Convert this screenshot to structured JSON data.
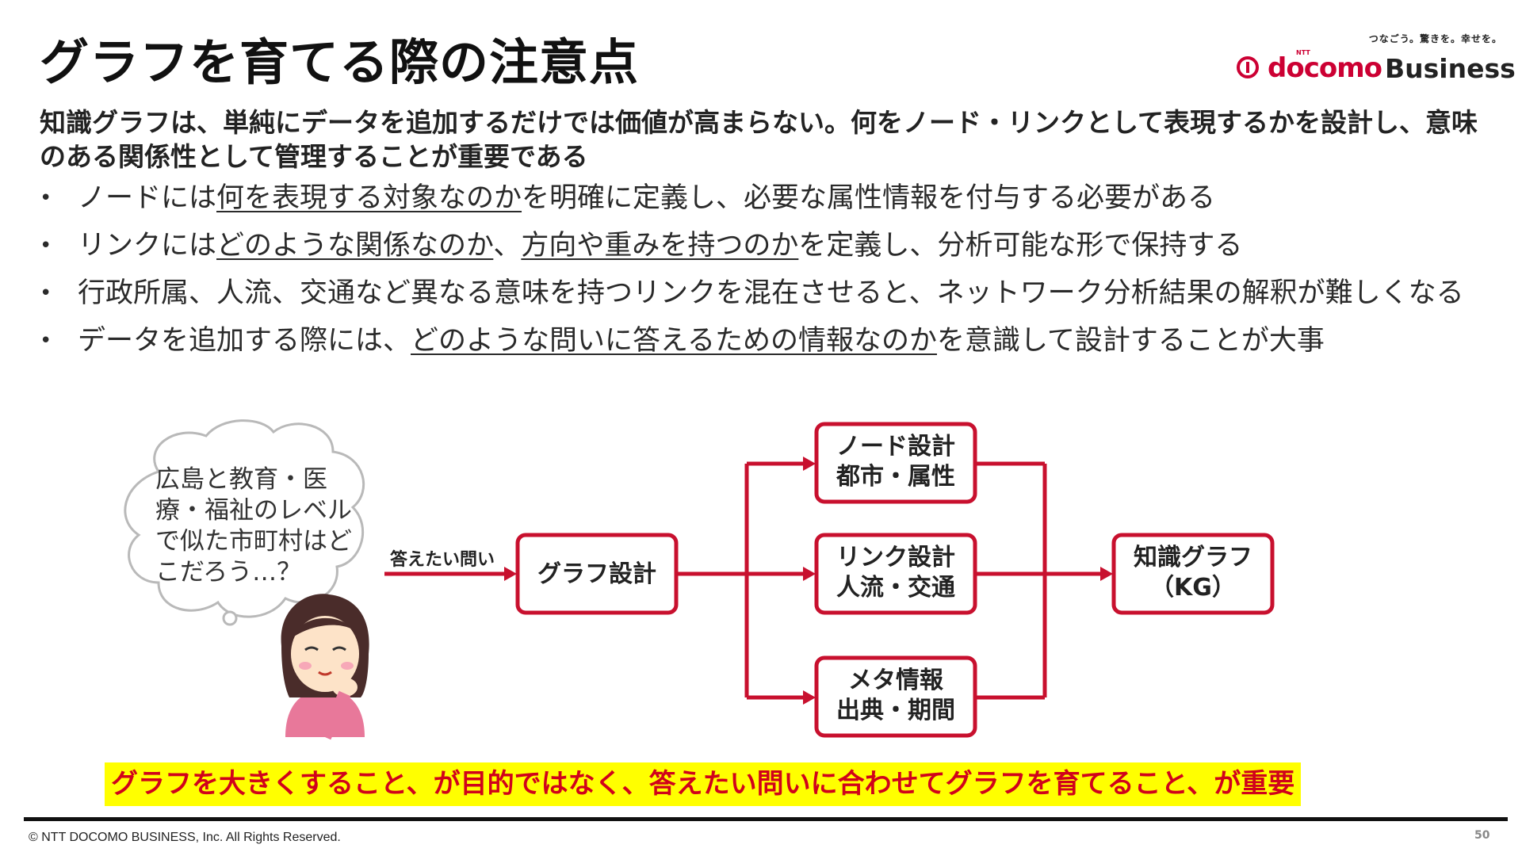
{
  "title": "グラフを育てる際の注意点",
  "brand": {
    "tagline": "つなごう。驚きを。幸せを。",
    "ntt": "NTT",
    "docomo": "docomo",
    "business": "Business",
    "accent_color": "#cc0033"
  },
  "summary": "知識グラフは、単純にデータを追加するだけでは価値が高まらない。何をノード・リンクとして表現するかを設計し、意味のある関係性として管理することが重要である",
  "bullets": [
    {
      "parts": [
        {
          "t": "ノードには"
        },
        {
          "t": "何を表現する対象なのか",
          "u": true
        },
        {
          "t": "を明確に定義し、必要な属性情報を付与する必要がある"
        }
      ]
    },
    {
      "parts": [
        {
          "t": "リンクには"
        },
        {
          "t": "どのような関係なのか",
          "u": true
        },
        {
          "t": "、"
        },
        {
          "t": "方向や重みを持つのか",
          "u": true
        },
        {
          "t": "を定義し、分析可能な形で保持する"
        }
      ]
    },
    {
      "parts": [
        {
          "t": "行政所属、人流、交通など異なる意味を持つリンクを混在させると、ネットワーク分析結果の解釈が難しくなる"
        }
      ]
    },
    {
      "parts": [
        {
          "t": "データを追加する際には、"
        },
        {
          "t": "どのような問いに答えるための情報なのか",
          "u": true
        },
        {
          "t": "を意識して設計することが大事"
        }
      ]
    }
  ],
  "bullet_marker": "•",
  "thought_bubble": "広島と教育・医療・福祉のレベルで似た市町村はどこだろう…？",
  "diagram": {
    "arrow_label": "答えたい問い",
    "graph_design": "グラフ設計",
    "node_design": {
      "line1": "ノード設計",
      "line2": "都市・属性"
    },
    "link_design": {
      "line1": "リンク設計",
      "line2": "人流・交通"
    },
    "meta_info": {
      "line1": "メタ情報",
      "line2": "出典・期間"
    },
    "knowledge_graph": {
      "line1": "知識グラフ",
      "line2": "（KG）"
    },
    "stroke_color": "#c8102e"
  },
  "highlight": "グラフを大きくすること、が目的ではなく、答えたい問いに合わせてグラフを育てること、が重要",
  "footer": {
    "copyright": "© NTT DOCOMO BUSINESS, Inc. All Rights Reserved.",
    "page_number": "50"
  }
}
